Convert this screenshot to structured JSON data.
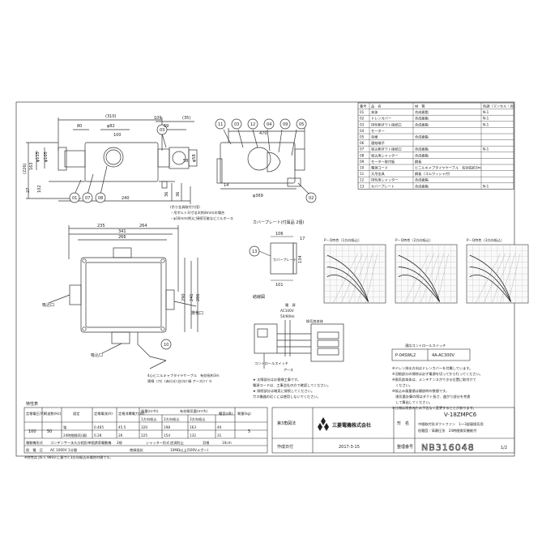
{
  "parts_table": {
    "headers": [
      "番号",
      "品　名",
      "材　質",
      "色調（マンセル・近）"
    ],
    "rows": [
      [
        "01",
        "本体",
        "合成樹脂",
        "N-1"
      ],
      [
        "02",
        "ドレンカバー",
        "合成樹脂",
        "N-1"
      ],
      [
        "03",
        "排気側ダクト接続口",
        "合成樹脂",
        "N-1"
      ],
      [
        "04",
        "モーター",
        "",
        ""
      ],
      [
        "05",
        "羽根",
        "合成樹脂",
        ""
      ],
      [
        "06",
        "連結端子",
        "",
        ""
      ],
      [
        "07",
        "吸込側ダクト接続口",
        "合成樹脂",
        "N-1"
      ],
      [
        "08",
        "吸込用シャッター",
        "合成樹脂",
        ""
      ],
      [
        "09",
        "モーター取付板",
        "鋼板",
        ""
      ],
      [
        "10",
        "電源コード",
        "ビニルキャブタイヤケーブル　有効長約3m",
        ""
      ],
      [
        "11",
        "天吊金具",
        "鋼板（ゴムワッシャ付）",
        ""
      ],
      [
        "12",
        "排気用シャッター",
        "合成樹脂",
        ""
      ],
      [
        "13",
        "カバープレート",
        "合成樹脂",
        "N-1"
      ]
    ]
  },
  "top_view": {
    "dims": [
      "(310)",
      "80",
      "φ82",
      "100",
      "109",
      "69",
      "(35)",
      "58",
      "φ105",
      "φ115",
      "φ58",
      "163",
      "(226)",
      "102",
      "27",
      "240",
      "36",
      "36"
    ],
    "callouts": [
      "01",
      "07",
      "08",
      "03"
    ],
    "note_lines": [
      "(吊り金具取付穴用)",
      "・吊ボルト3(寸法3(約8mm)の場合",
      "・φ16mm(約)に接続可能なビニルホース"
    ]
  },
  "side_view": {
    "callouts": [
      "11",
      "03",
      "12",
      "04",
      "09",
      "05",
      "02"
    ],
    "dims": [
      "470",
      "14",
      "φ369"
    ]
  },
  "plan_view": {
    "dims": [
      "235",
      "264",
      "341",
      "266",
      "290",
      "241",
      "286"
    ],
    "labels": [
      "吸込口",
      "排気口",
      "吸込口"
    ],
    "callouts": [
      "10"
    ],
    "cable_label": "4心ビニルキャブタイヤケーブル　有効長約3m",
    "cable_sub": "黒線（ｱｶ）(赤)(ｼﾛ) 白(ｸﾛ) 緑 アース(ﾐﾄﾞﾘ)"
  },
  "cover_plate": {
    "title": "カバープレート(付属品 2個)",
    "callout": "13",
    "label": "カバープレート",
    "dims": [
      "106",
      "17",
      "134",
      "101"
    ]
  },
  "wiring": {
    "title": "結線図",
    "power_label": "電　源",
    "power_spec": "AC100V",
    "power_sub": "50/60Hz",
    "fan_label": "換気扇本体",
    "switch_label": "コントロールスイッチ",
    "earth_label": "アース",
    "notes": [
      "★ 太線部分はお客様工事です。",
      "電源コードは、工事会社の方で確認してください。",
      "★ 接続部分は確実に接続してください。",
      "ガス機器の近くには使用しないでください。"
    ]
  },
  "switch_table": {
    "title": "適応コントロールスイッチ",
    "model": "P-04SWL2",
    "rating": "4A-AC300V"
  },
  "charts": [
    {
      "title": "P－Q特性（1方向吸込）"
    },
    {
      "title": "P－Q特性（2方向吸込）"
    },
    {
      "title": "P－Q特性（3方向吸込）"
    }
  ],
  "remarks": [
    "※ドレン排水方向はドレンカバーを付属しています。",
    "※羽根部分の掃除は必ず電源を切ってから行ってください。",
    "※換気扇本体は、メンテナンスができる位置に取付けて",
    "　ください。",
    "※吸込み風量値は開放時の数値です。",
    "　換気量計算の際はダクト長さ、曲がり部分を考慮",
    "　して算出してください。",
    "※仕様は改良のため予告なく変更することがあります。"
  ],
  "spec_table": {
    "title": "特性表",
    "headers": [
      "定格電圧(V)",
      "周波数(Hz)",
      "設定",
      "定格電流(A)",
      "定格消費電力(W)",
      "風量(m³/h)",
      "有効換気量(m³/h)",
      "騒音(dB)",
      "質量(kg)"
    ],
    "sub_headers": [
      "1方向吸込",
      "2方向吸込",
      "3方向吸込"
    ],
    "voltage": "100",
    "frequency": "50",
    "rows": [
      [
        "強",
        "0.465",
        "45.5",
        "320",
        "198",
        "163",
        "40"
      ],
      [
        "24時間換気(弱)",
        "0.28",
        "26",
        "225",
        "154",
        "132",
        "31"
      ]
    ],
    "mass": "5",
    "row_capacitor": [
      "電動機形式",
      "コンデンサー永久分相形単相誘導電動機",
      "2極",
      "シャッター形式",
      "逆流防止",
      "羽根",
      "10cm"
    ],
    "row_insulation": [
      "耐　電　圧",
      "AC 1000V 1分間",
      "絶縁抵抗",
      "10MΩ以上(500Vメガー)"
    ],
    "footnote": "※特性は JIS C 9603 に基づく3方向吸込み場合の値です。"
  },
  "title_block": {
    "scale_label": "第3角図法",
    "company": "三菱電機株式会社",
    "model_label": "形　名",
    "model": "V-18ZMPC6",
    "product_name": "中間取付形ダクトファン　1～3部屋換気用",
    "product_sub": "低騒音／高静圧形　24時間換気機能付",
    "date_label": "作成日付",
    "date": "2017-3-15",
    "doc_label": "整理番号",
    "doc_number": "NB316048",
    "page": "1/2"
  }
}
